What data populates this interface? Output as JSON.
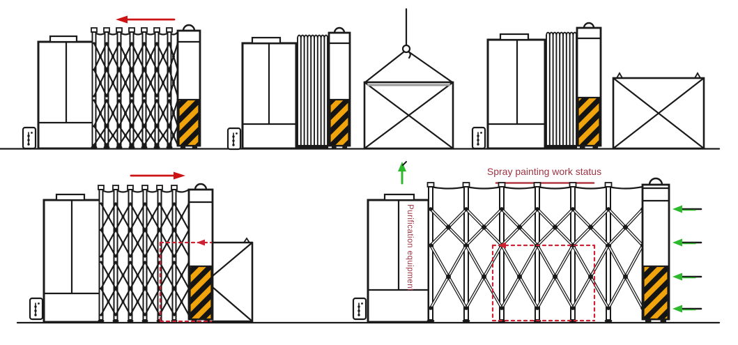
{
  "labels": {
    "spray_status": "Spray painting work status",
    "purification": "Purification equipment"
  },
  "icons": {
    "retract_arrow": "left-arrow",
    "extend_arrow": "right-arrow",
    "exhaust_arrow": "up-arrow",
    "airflow_arrow": "left-arrow",
    "crane_hook": "hook",
    "hazard_marking": "diagonal-stripes"
  },
  "colors": {
    "background": "#ffffff",
    "line": "#1a1a1a",
    "label_red": "#9e3342",
    "underline_red": "#b43842",
    "arrow_red": "#cc1414",
    "dashed_red": "#cc2233",
    "arrow_green": "#2eb82e",
    "hazard_orange": "#f0a30a",
    "hazard_black": "#141414",
    "sling_gray": "#999999"
  }
}
